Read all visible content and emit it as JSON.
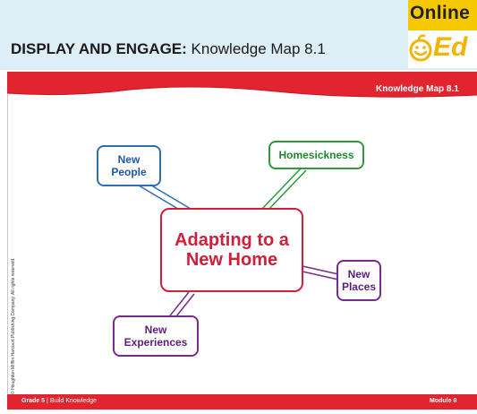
{
  "header": {
    "lead": "DISPLAY AND ENGAGE:",
    "title": "Knowledge Map 8.1"
  },
  "badge": {
    "top": "Online",
    "bottom": "Ed"
  },
  "slide": {
    "banner_label": "Knowledge Map 8.1",
    "copyright": "© Houghton Mifflin Harcourt Publishing Company. All rights reserved.",
    "footer": {
      "grade": "Grade 5",
      "separator": "|",
      "section": "Build Knowledge",
      "module": "Module 8"
    }
  },
  "map": {
    "center": {
      "line1": "Adapting to a",
      "line2": "New Home"
    },
    "nodes": {
      "new_people": {
        "line1": "New",
        "line2": "People"
      },
      "homesickness": {
        "line1": "Homesickness"
      },
      "new_places": {
        "line1": "New",
        "line2": "Places"
      },
      "new_experiences": {
        "line1": "New",
        "line2": "Experiences"
      }
    }
  },
  "colors": {
    "header_bg": "#ddeef6",
    "brand_red": "#e1242f",
    "center": "#d11f3a",
    "blue": "#2e6eb5",
    "green": "#2a9a3a",
    "purple": "#7a2a8e",
    "badge_yellow": "#f6c800"
  }
}
